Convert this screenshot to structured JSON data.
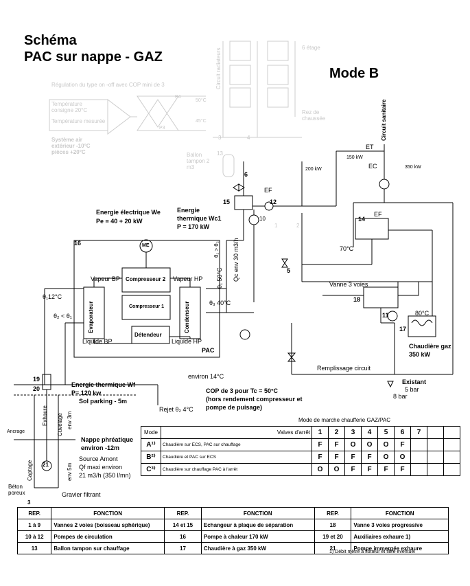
{
  "header": {
    "title_line1": "Schéma",
    "title_line2": "PAC sur nappe - GAZ",
    "mode": "Mode B"
  },
  "faint_labels": {
    "regulation": "Régulation du type on -off avec COP mini de 3",
    "temp_consigne": "Température consigne 20°C",
    "temp_mesuree": "Température mesurée",
    "systeme": "Système air extérieur -10°C pièces +20°C",
    "t50": "50°C",
    "t45": "45°C",
    "p3": "P3",
    "p4": "P4",
    "etage": "6 étage",
    "circuit_radiateurs": "Circuit radiateurs",
    "rez": "Rez de chaussée",
    "ballon": "Ballon tampon 2 m3",
    "n13": "13",
    "n1": "1",
    "n2": "2",
    "n3": "3",
    "n4": "4"
  },
  "labels": {
    "circuit_sanitaire": "Circuit sanitaire",
    "et": "ET",
    "ec": "EC",
    "kw150": "150 kW",
    "kw200": "200 kW",
    "kw350": "350 kW",
    "n6": "6",
    "ef1": "EF",
    "n15": "15",
    "n12": "12",
    "n10": "10",
    "energie_elec_1": "Energie électrique We",
    "energie_elec_2": "Pe = 40 + 20 kW",
    "energie_th_1": "Energie",
    "energie_th_2": "thermique Wc1",
    "energie_th_3": "P = 170 kW",
    "n14": "14",
    "ef2": "EF",
    "n16": "16",
    "me": "ME",
    "theta_sym": "θ₁ > θ₂",
    "qc": "Qc env 30 m3/h",
    "theta1_50": "θ₁ 50°C",
    "t70": "70°C",
    "n5": "5",
    "vapeur_bp": "Vapeur BP",
    "compresseur2": "Compresseur 2",
    "vapeur_hp": "Vapeur HP",
    "compresseur1": "Compresseur 1",
    "theta1_12": "θ₁12°C",
    "theta2_theta1": "θ₂ < θ₁",
    "evaporateur": "Evaporateur",
    "condenseur": "Condenseur",
    "theta3_40": "θ₃ 40°C",
    "vanne3": "Vanne 3 voies",
    "n18": "18",
    "n11": "11",
    "t80": "80°C",
    "n17": "17",
    "detendeur": "Détendeur",
    "liquide_bp": "Liquide BP",
    "liquide_hp": "Liquide HP",
    "pac": "PAC",
    "chaudiere_gaz_1": "Chaudière gaz",
    "chaudiere_gaz_2": "350 kW",
    "remplissage": "Remplissage circuit",
    "environ14": "environ 14°C",
    "existant": "Existant",
    "bar5": "5 bar",
    "bar8": "8 bar",
    "n19": "19",
    "n20": "20",
    "energie_wf_1": "Energie thermique Wf",
    "energie_wf_2": "P= 120 kw",
    "sol_parking": "Sol parking - 5m",
    "cop_1": "COP de 3 pour Tc = 50°C",
    "cop_2": "(hors rendement compresseur et",
    "cop_3": "pompe de puisage)",
    "rejet": "Rejet θ₂ 4°C",
    "exhaure": "Exhaure",
    "cuvelage": "Cuvelage",
    "env3m": "env 3m",
    "ancrage": "Ancrage",
    "nappe_1": "Nappe phréatique",
    "nappe_2": "environ -12m",
    "captage": "Captage",
    "n21": "21",
    "env5m": "env 5m",
    "source_1": "Source Amont",
    "source_2": "Qf maxi environ",
    "source_3": "21 m3/h (350 l/mn)",
    "beton": "Béton poreux",
    "n3b": "3",
    "gravier": "Gravier filtrant",
    "mode_title": "Mode de marche chaufferie GAZ/PAC",
    "footnote": "1) Débit mètre à flotteur et filtre éventuel"
  },
  "mode_table": {
    "header_mode": "Mode",
    "header_valves": "Valves d'arrêt",
    "valve_numbers": [
      "1",
      "2",
      "3",
      "4",
      "5",
      "6",
      "7"
    ],
    "rows": [
      {
        "mode": "A¹⁾",
        "desc": "Chaudière sur ECS, PAC sur chauffage",
        "values": [
          "F",
          "F",
          "O",
          "O",
          "O",
          "F",
          ""
        ]
      },
      {
        "mode": "B²⁾",
        "desc": "Chaudière et PAC sur ECS",
        "values": [
          "F",
          "F",
          "F",
          "F",
          "O",
          "O",
          ""
        ]
      },
      {
        "mode": "C³⁾",
        "desc": "Chaudière sur chauffage PAC à l'arrêt",
        "values": [
          "O",
          "O",
          "F",
          "F",
          "F",
          "F",
          ""
        ]
      }
    ]
  },
  "legend_table": {
    "headers": [
      "REP.",
      "FONCTION",
      "REP.",
      "FONCTION",
      "REP.",
      "FONCTION"
    ],
    "rows": [
      [
        "1 à 9",
        "Vannes 2 voies (boisseau sphérique)",
        "14 et 15",
        "Echangeur à plaque de séparation",
        "18",
        "Vanne 3 voies progressive"
      ],
      [
        "10 à 12",
        "Pompes de circulation",
        "16",
        "Pompe à chaleur 170 kW",
        "19 et 20",
        "Auxiliaires exhaure 1)"
      ],
      [
        "13",
        "Ballon tampon sur chauffage",
        "17",
        "Chaudière à gaz 350 kW",
        "21",
        "Pompe immergée exhaure"
      ]
    ]
  }
}
